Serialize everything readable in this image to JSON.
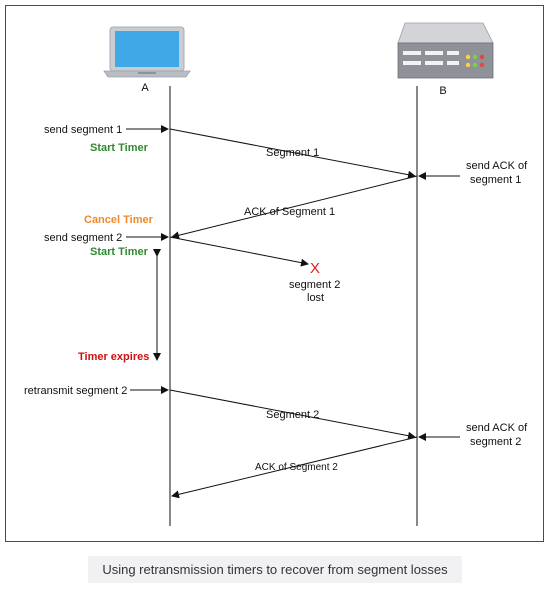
{
  "hosts": {
    "a_label": "A",
    "b_label": "B",
    "a_icon": "laptop-icon",
    "b_icon": "server-icon"
  },
  "events": {
    "send_segment_1": "send segment 1",
    "start_timer_1": "Start Timer",
    "segment_1": "Segment 1",
    "send_ack_1_line1": "send ACK of",
    "send_ack_1_line2": "segment 1",
    "ack_segment_1": "ACK of Segment 1",
    "cancel_timer": "Cancel Timer",
    "send_segment_2": "send segment 2",
    "start_timer_2": "Start Timer",
    "lost_marker": "X",
    "segment_2_lost_line1": "segment  2",
    "segment_2_lost_line2": "lost",
    "timer_expires": "Timer expires",
    "retransmit_segment_2": "retransmit segment 2",
    "segment_2": "Segment 2",
    "send_ack_2_line1": "send ACK of",
    "send_ack_2_line2": "segment 2",
    "ack_segment_2": "ACK of Segment 2"
  },
  "colors": {
    "start_timer": "#2e8b2e",
    "cancel_timer": "#f0892b",
    "timer_expires": "#cc1111",
    "lost_marker": "#e01b1b",
    "laptop_screen": "#3fa9e8",
    "laptop_frame": "#b9bcc2",
    "server_body": "#8e9197"
  },
  "caption": "Using retransmission timers to recover from segment losses"
}
